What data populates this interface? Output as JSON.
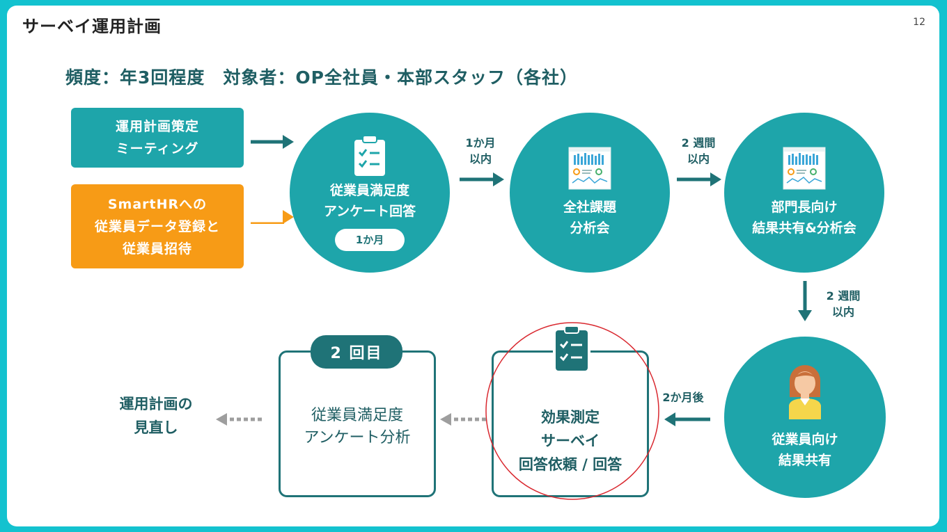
{
  "slide": {
    "title": "サーベイ運用計画",
    "page_number": "12",
    "subtitle": "頻度：年3回程度　対象者：OP全社員・本部スタッフ（各社）"
  },
  "colors": {
    "frame": "#13c2cf",
    "teal": "#1ea5aa",
    "dark_teal": "#1f7377",
    "orange": "#f79b16",
    "annotation_red": "#d9282f"
  },
  "flow": {
    "box_meeting": [
      "運用計画策定",
      "ミーティング"
    ],
    "box_smarthr": [
      "SmartHRへの",
      "従業員データ登録と",
      "従業員招待"
    ],
    "step1": {
      "lines": [
        "従業員満足度",
        "アンケート回答"
      ],
      "duration": "1か月",
      "icon": "clipboard-icon"
    },
    "arrow1_note": [
      "1か月",
      "以内"
    ],
    "step2": {
      "lines": [
        "全社課題",
        "分析会"
      ],
      "icon": "dashboard-icon"
    },
    "arrow2_note": [
      "2 週間",
      "以内"
    ],
    "step3": {
      "lines": [
        "部門長向け",
        "結果共有&分析会"
      ],
      "icon": "dashboard-icon"
    },
    "arrow3_note": [
      "2 週間",
      "以内"
    ],
    "step4": {
      "lines": [
        "従業員向け",
        "結果共有"
      ],
      "icon": "person-icon"
    },
    "arrow4_note": "2か月後",
    "step5": {
      "lines": [
        "効果測定",
        "サーベイ",
        "回答依頼 / 回答"
      ],
      "icon": "clipboard-icon"
    },
    "step6": {
      "badge": "2 回目",
      "lines": [
        "従業員満足度",
        "アンケート分析"
      ]
    },
    "final": [
      "運用計画の",
      "見直し"
    ]
  }
}
